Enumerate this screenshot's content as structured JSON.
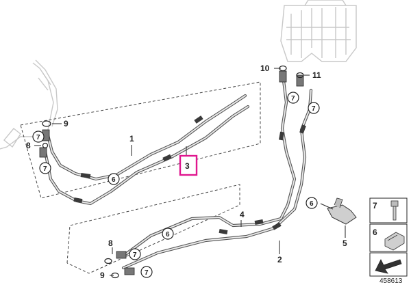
{
  "callouts": {
    "c1": "1",
    "c2": "2",
    "c3": "3",
    "c4": "4",
    "c5": "5",
    "c6": "6",
    "c7": "7",
    "c8": "8",
    "c9": "9",
    "c10": "10",
    "c11": "11"
  },
  "highlight": {
    "label": "3",
    "color": "#e0168f"
  },
  "circled": {
    "seven": "7",
    "six": "6"
  },
  "legend": {
    "item7": "7",
    "item6": "6"
  },
  "diagram_id": "458613",
  "colors": {
    "hose": "#555555",
    "line": "#222222",
    "highlight": "#e0168f"
  }
}
